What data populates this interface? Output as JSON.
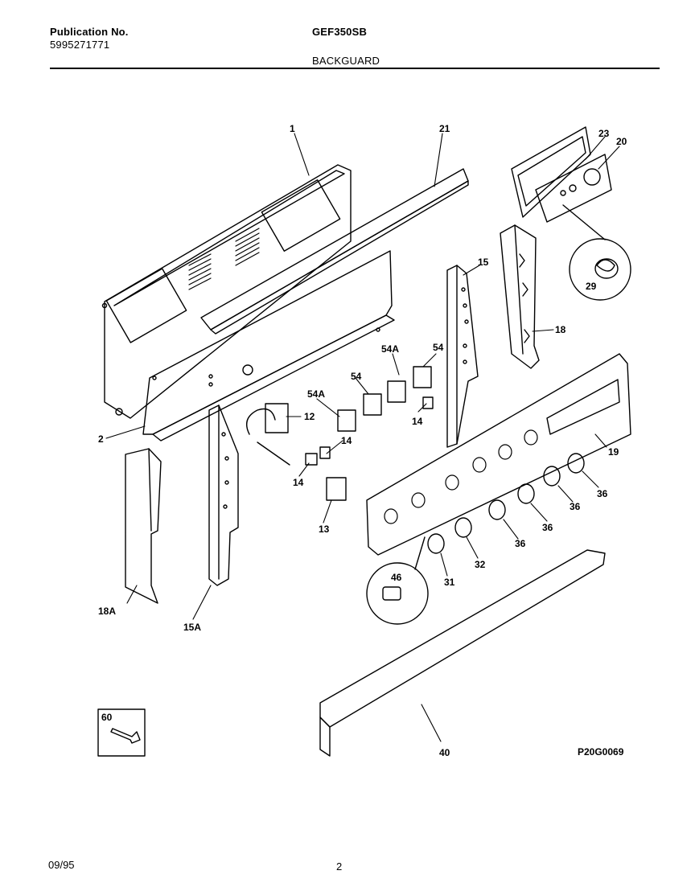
{
  "header": {
    "publication_label": "Publication No.",
    "publication_number": "5995271771",
    "model": "GEF350SB",
    "section": "BACKGUARD"
  },
  "footer": {
    "date": "09/95",
    "page": "2"
  },
  "diagram_code": "P20G0069",
  "callouts": {
    "c1": "1",
    "c21": "21",
    "c23": "23",
    "c20": "20",
    "c15": "15",
    "c29": "29",
    "c18": "18",
    "c54a_1": "54A",
    "c54_1": "54",
    "c54_2": "54",
    "c54a_2": "54A",
    "c12": "12",
    "c14_1": "14",
    "c14_2": "14",
    "c14_3": "14",
    "c2": "2",
    "c19": "19",
    "c36_1": "36",
    "c36_2": "36",
    "c36_3": "36",
    "c36_4": "36",
    "c13": "13",
    "c32": "32",
    "c31": "31",
    "c46": "46",
    "c18a": "18A",
    "c15a": "15A",
    "c60": "60",
    "c40": "40"
  }
}
